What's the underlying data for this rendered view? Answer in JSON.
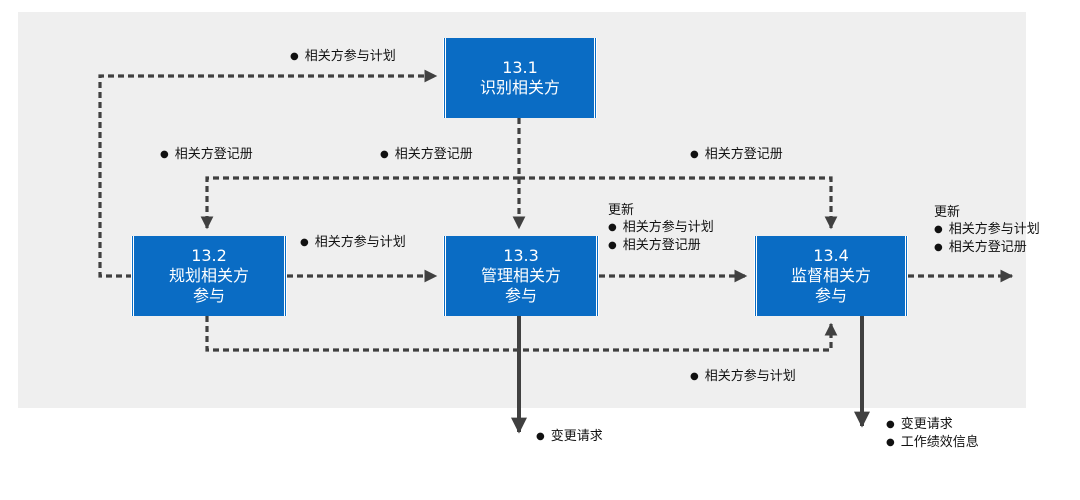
{
  "processes": {
    "p131": {
      "number": "13.1",
      "title": "识别相关方",
      "title2": ""
    },
    "p132": {
      "number": "13.2",
      "title": "规划相关方",
      "title2": "参与"
    },
    "p133": {
      "number": "13.3",
      "title": "管理相关方",
      "title2": "参与"
    },
    "p134": {
      "number": "13.4",
      "title": "监督相关方",
      "title2": "参与"
    }
  },
  "labels": {
    "plan_top": "相关方参与计划",
    "register_left": "相关方登记册",
    "register_mid": "相关方登记册",
    "register_right": "相关方登记册",
    "plan_mid": "相关方参与计划",
    "update_mid_title": "更新",
    "update_mid_1": "相关方参与计划",
    "update_mid_2": "相关方登记册",
    "update_right_title": "更新",
    "update_right_1": "相关方参与计划",
    "update_right_2": "相关方登记册",
    "plan_bottom": "相关方参与计划",
    "change_req_1": "变更请求",
    "change_req_2": "变更请求",
    "work_perf": "工作绩效信息"
  },
  "colors": {
    "box": "#0a6cc4",
    "panel": "#efefef",
    "line": "#404040"
  }
}
